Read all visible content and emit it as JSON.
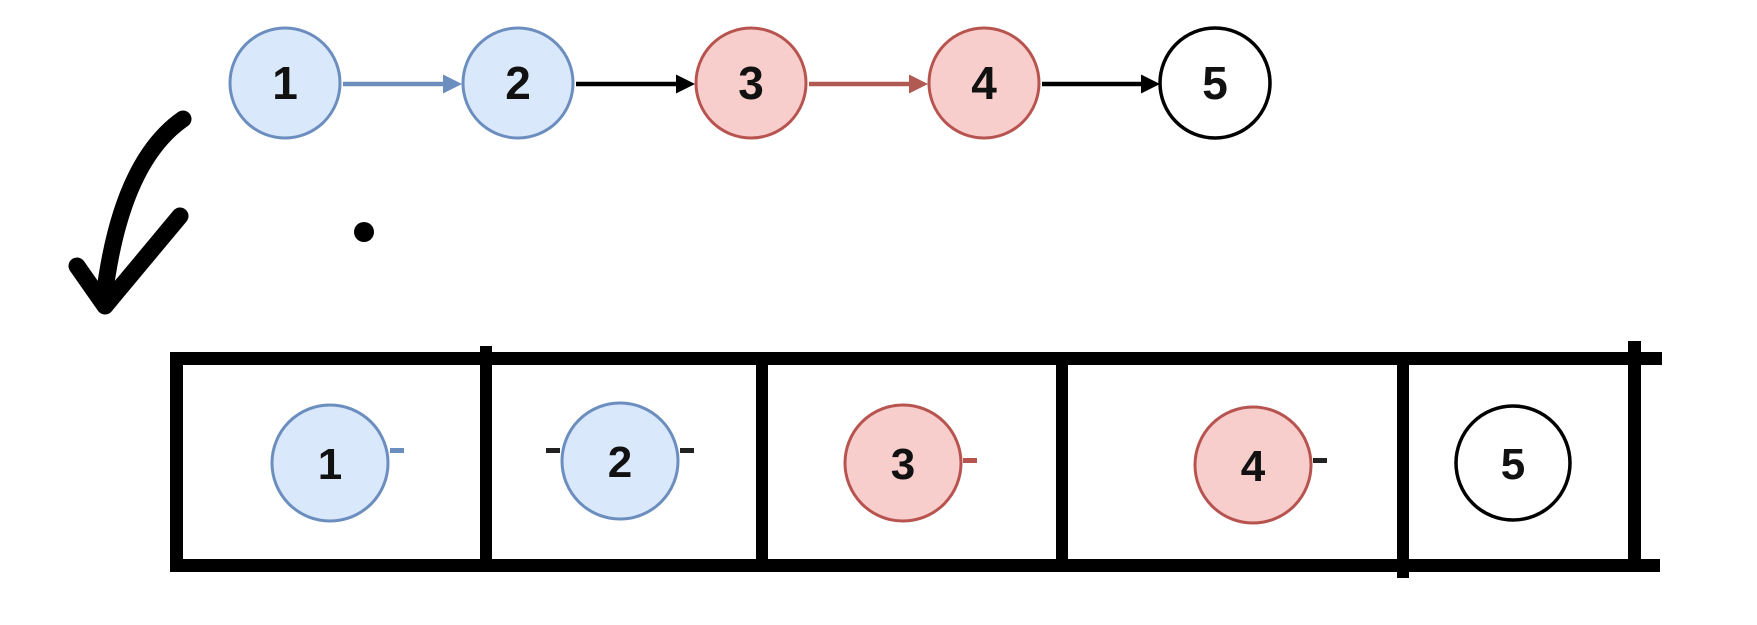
{
  "colors": {
    "background": "#ffffff",
    "text": "#111111",
    "black": "#000000",
    "blue_fill": "#dae8fc",
    "blue_stroke": "#6c8ebf",
    "red_fill": "#f8cecc",
    "red_stroke": "#b85450",
    "white_fill": "#ffffff"
  },
  "linked_list": {
    "nodes": [
      {
        "value": "1",
        "fill": "#dae8fc",
        "stroke": "#6c8ebf"
      },
      {
        "value": "2",
        "fill": "#dae8fc",
        "stroke": "#6c8ebf"
      },
      {
        "value": "3",
        "fill": "#f8cecc",
        "stroke": "#b85450"
      },
      {
        "value": "4",
        "fill": "#f8cecc",
        "stroke": "#b85450"
      },
      {
        "value": "5",
        "fill": "#ffffff",
        "stroke": "#000000"
      }
    ],
    "arrows": [
      {
        "from": "1",
        "to": "2",
        "color": "#6c8ebf"
      },
      {
        "from": "2",
        "to": "3",
        "color": "#000000"
      },
      {
        "from": "3",
        "to": "4",
        "color": "#b05a52"
      },
      {
        "from": "4",
        "to": "5",
        "color": "#000000"
      }
    ]
  },
  "array": {
    "border_color": "#000000",
    "cells": [
      {
        "value": "1",
        "fill": "#dae8fc",
        "stroke": "#6c8ebf"
      },
      {
        "value": "2",
        "fill": "#dae8fc",
        "stroke": "#6c8ebf"
      },
      {
        "value": "3",
        "fill": "#f8cecc",
        "stroke": "#b85450"
      },
      {
        "value": "4",
        "fill": "#f8cecc",
        "stroke": "#b85450"
      },
      {
        "value": "5",
        "fill": "#ffffff",
        "stroke": "#000000"
      }
    ],
    "stubs": [
      {
        "color": "#6c8ebf"
      },
      {
        "color": "#222222"
      },
      {
        "color": "#222222"
      },
      {
        "color": "#b85450"
      },
      {
        "color": "#222222"
      }
    ]
  },
  "annotations": {
    "hand_arrow_color": "#000000",
    "dot_color": "#000000"
  }
}
